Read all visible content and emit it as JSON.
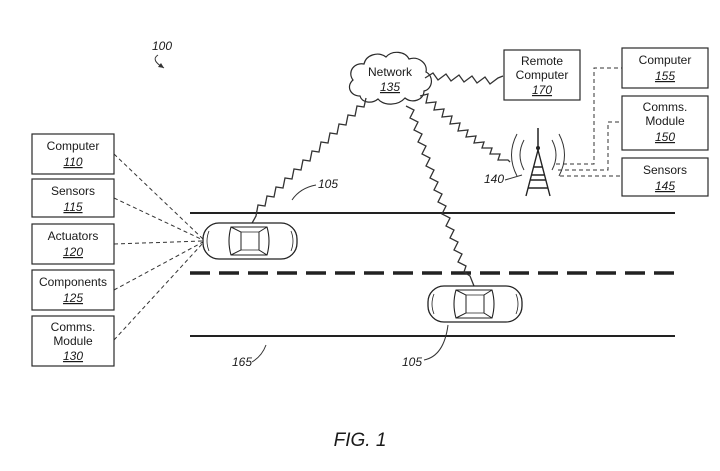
{
  "ref_100": "100",
  "fig_label": "FIG. 1",
  "network": {
    "label": "Network",
    "num": "135"
  },
  "remote": {
    "line1": "Remote",
    "line2": "Computer",
    "num": "170"
  },
  "left_boxes": [
    {
      "line1": "Computer",
      "num": "110"
    },
    {
      "line1": "Sensors",
      "num": "115"
    },
    {
      "line1": "Actuators",
      "num": "120"
    },
    {
      "line1": "Components",
      "num": "125"
    },
    {
      "line1": "Comms.",
      "line2": "Module",
      "num": "130"
    }
  ],
  "right_boxes": [
    {
      "line1": "Computer",
      "num": "155"
    },
    {
      "line1": "Comms.",
      "line2": "Module",
      "num": "150"
    },
    {
      "line1": "Sensors",
      "num": "145"
    }
  ],
  "tower_ref": "140",
  "vehicle_top_ref": "105",
  "vehicle_bottom_ref": "105",
  "road_ref": "165"
}
